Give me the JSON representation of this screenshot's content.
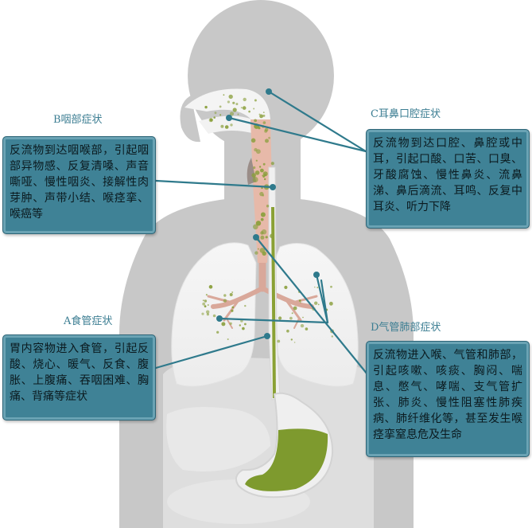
{
  "sections": {
    "b": {
      "title": "B咽部症状",
      "text": "反流物到达咽喉部，引起咽部异物感、反复清嗓、声音嘶哑、慢性咽炎、接解性肉芽肿、声带小结、喉痉挛、喉癌等"
    },
    "c": {
      "title": "C耳鼻口腔症状",
      "text": "反流物到达口腔、鼻腔或中耳，引起口酸、口苦、口臭、牙酸腐蚀、慢性鼻炎、流鼻涕、鼻后滴流、耳鸣、反复中耳炎、听力下降"
    },
    "a": {
      "title": "A食管症状",
      "text": "胃内容物进入食管，引起反酸、烧心、暖气、反食、腹胀、上腹痛、吞咽困难、胸痛、背痛等症状"
    },
    "d": {
      "title": "D气管肺部症状",
      "text": "反流物进入喉、气管和肺部，引起咳嗽、咳痰、胸闷、喘息、憋气、哮喘、支气管扩张、肺炎、慢性阻塞性肺疾病、肺纤维化等，甚至发生喉痉挛窒息危及生命"
    }
  },
  "colors": {
    "box_fill": "#3f8296",
    "box_border": "#2c6476",
    "title_text": "#3b7d92",
    "leader_line": "#2f7a8c",
    "body_silhouette": "#c9c9c9",
    "stomach_content": "#7e9a2e"
  }
}
